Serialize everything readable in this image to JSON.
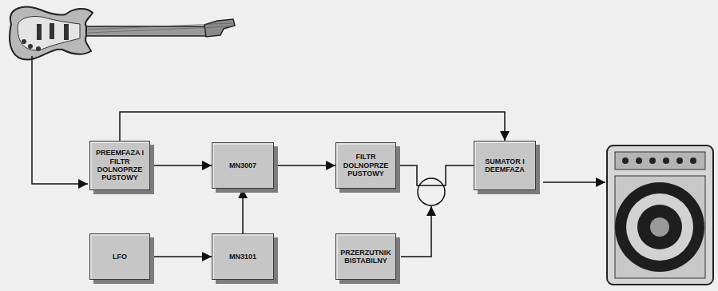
{
  "diagram": {
    "nodes": [
      {
        "text": [
          "PREEMFAZA I FILTR DOLNOPRZE PUSTOWY"
        ]
      },
      {
        "text": [
          "MN3007"
        ]
      },
      {
        "text": [
          "FILTR DOLNOPRZE PUSTOWY"
        ]
      },
      {
        "text": [
          "SUMATOR I DEEMFAZA"
        ]
      },
      {
        "text": [
          "LFO"
        ]
      },
      {
        "text": [
          "MN3101"
        ]
      },
      {
        "text": [
          "PRZERZUTNIK BISTABILNY"
        ]
      }
    ],
    "edges": [
      {
        "from": 0,
        "to": 1,
        "arrow": "to"
      },
      {
        "from": 0,
        "to": 3,
        "arrow": "to"
      },
      {
        "from": 1,
        "to": 2,
        "arrow": "to"
      },
      {
        "from": 2,
        "to": 3,
        "arrow": "none"
      },
      {
        "from": 4,
        "to": 5,
        "arrow": "to"
      },
      {
        "from": 5,
        "to": 1,
        "arrow": "to"
      }
    ]
  }
}
